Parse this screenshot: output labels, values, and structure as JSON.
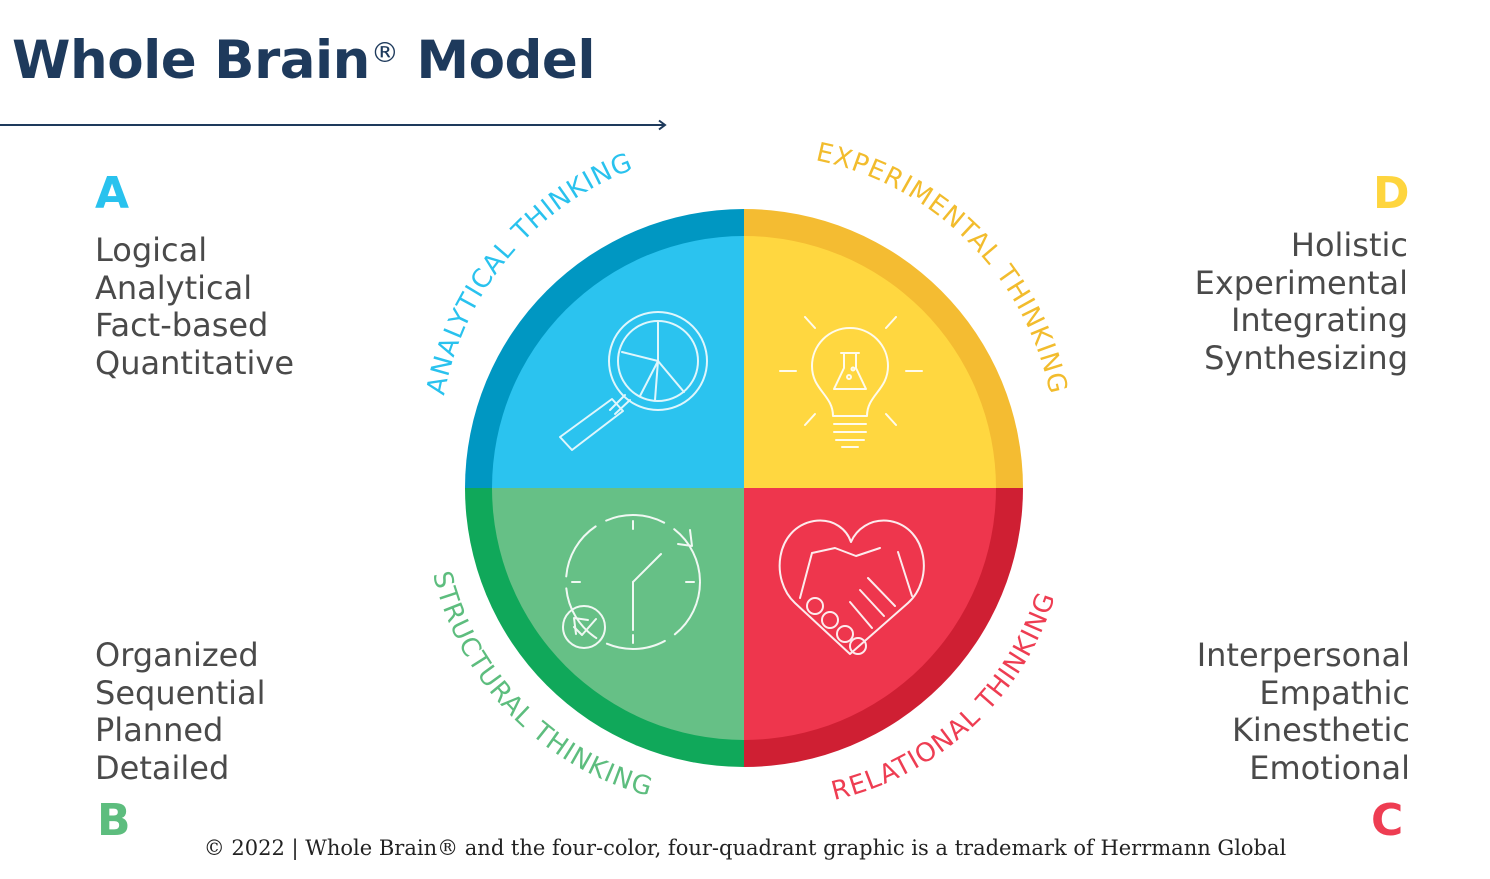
{
  "title": {
    "text": "Whole Brain",
    "mark": "®",
    "suffix": " Model"
  },
  "quadrants": {
    "A": {
      "letter": "A",
      "color": "#29c2ee",
      "traits": [
        "Logical",
        "Analytical",
        "Fact-based",
        "Quantitative"
      ],
      "arc_label": "ANALYTICAL THINKING",
      "icon": "magnifier-pie-chart-icon"
    },
    "B": {
      "letter": "B",
      "color": "#5dbd7e",
      "traits": [
        "Organized",
        "Sequential",
        "Planned",
        "Detailed"
      ],
      "arc_label": "STRUCTURAL THINKING",
      "icon": "clock-checkmark-icon"
    },
    "C": {
      "letter": "C",
      "color": "#ee3d52",
      "traits": [
        "Interpersonal",
        "Empathic",
        "Kinesthetic",
        "Emotional"
      ],
      "arc_label": "RELATIONAL THINKING",
      "icon": "handshake-heart-icon"
    },
    "D": {
      "letter": "D",
      "color": "#fed53e",
      "traits": [
        "Holistic",
        "Experimental",
        "Integrating",
        "Synthesizing"
      ],
      "arc_label": "EXPERIMENTAL THINKING",
      "icon": "lightbulb-flask-icon"
    }
  },
  "colors": {
    "title": "#1e3a5c",
    "A_inner": "#2bc3ef",
    "A_ring": "#0097c2",
    "D_inner": "#ffd740",
    "D_ring": "#f4bc32",
    "B_inner": "#66c086",
    "B_ring": "#10a85a",
    "C_inner": "#ee364d",
    "C_ring": "#cf1f33",
    "A_text": "#29c2ee",
    "D_text": "#f2bc2d",
    "B_text": "#5dbd7e",
    "C_text": "#ee3d52"
  },
  "footer": "© 2022 | Whole Brain® and the four-color, four-quadrant graphic is a trademark of Herrmann Global"
}
